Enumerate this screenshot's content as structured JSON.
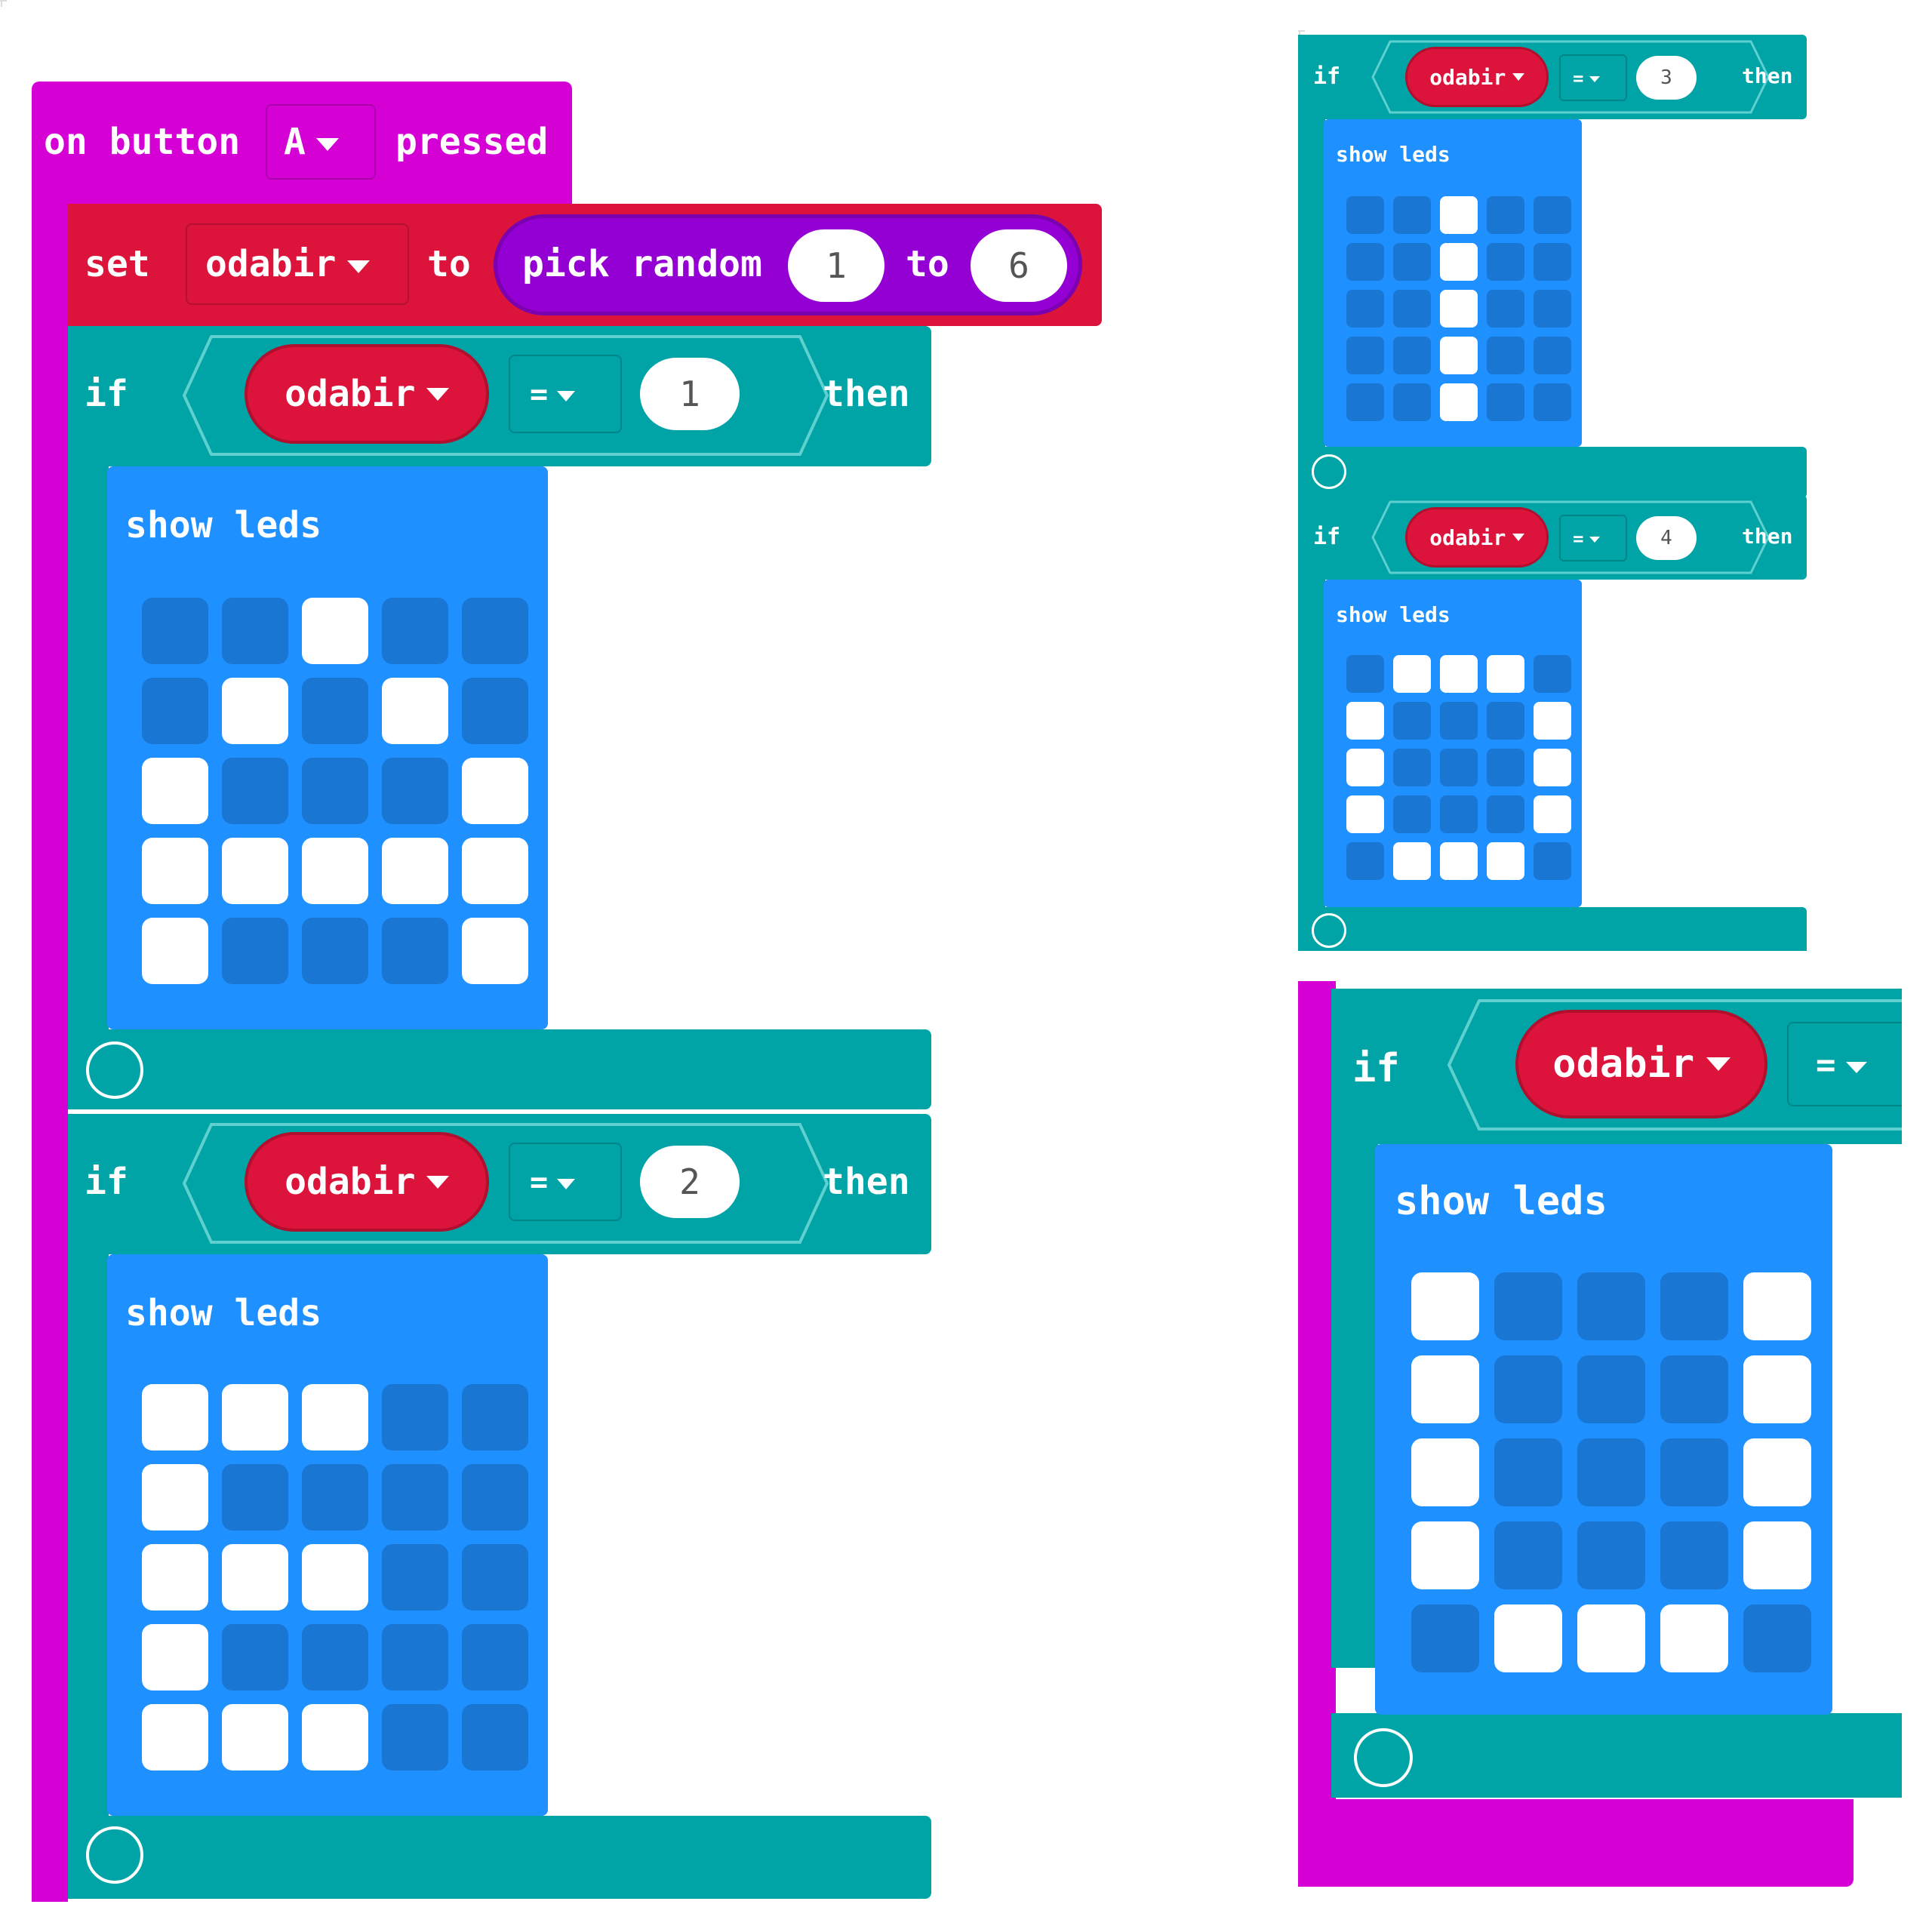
{
  "colors": {
    "event": "#d400d4",
    "variable": "#dc143c",
    "math": "#9400d3",
    "logic": "#00a4a6",
    "basic": "#1e90ff",
    "led_on": "#ffffff",
    "led_off": "#1976d2"
  },
  "event_block": {
    "prefix": "on button",
    "button": "A",
    "suffix": "pressed"
  },
  "set_block": {
    "label_set": "set",
    "variable": "odabir",
    "label_to": "to",
    "random_label": "pick random",
    "from": "1",
    "to_label": "to",
    "to": "6"
  },
  "if_blocks": [
    {
      "if_label": "if",
      "variable": "odabir",
      "operator": "=",
      "value": "1",
      "then_label": "then",
      "show_label": "show leds",
      "leds": [
        [
          0,
          0,
          1,
          0,
          0
        ],
        [
          0,
          1,
          0,
          1,
          0
        ],
        [
          1,
          0,
          0,
          0,
          1
        ],
        [
          1,
          1,
          1,
          1,
          1
        ],
        [
          1,
          0,
          0,
          0,
          1
        ]
      ]
    },
    {
      "if_label": "if",
      "variable": "odabir",
      "operator": "=",
      "value": "2",
      "then_label": "then",
      "show_label": "show leds",
      "leds": [
        [
          1,
          1,
          1,
          0,
          0
        ],
        [
          1,
          0,
          0,
          0,
          0
        ],
        [
          1,
          1,
          1,
          0,
          0
        ],
        [
          1,
          0,
          0,
          0,
          0
        ],
        [
          1,
          1,
          1,
          0,
          0
        ]
      ]
    },
    {
      "if_label": "if",
      "variable": "odabir",
      "operator": "=",
      "value": "3",
      "then_label": "then",
      "show_label": "show leds",
      "leds": [
        [
          0,
          0,
          1,
          0,
          0
        ],
        [
          0,
          0,
          1,
          0,
          0
        ],
        [
          0,
          0,
          1,
          0,
          0
        ],
        [
          0,
          0,
          1,
          0,
          0
        ],
        [
          0,
          0,
          1,
          0,
          0
        ]
      ]
    },
    {
      "if_label": "if",
      "variable": "odabir",
      "operator": "=",
      "value": "4",
      "then_label": "then",
      "show_label": "show leds",
      "leds": [
        [
          0,
          1,
          1,
          1,
          0
        ],
        [
          1,
          0,
          0,
          0,
          1
        ],
        [
          1,
          0,
          0,
          0,
          1
        ],
        [
          1,
          0,
          0,
          0,
          1
        ],
        [
          0,
          1,
          1,
          1,
          0
        ]
      ]
    },
    {
      "if_label": "if",
      "variable": "odabir",
      "operator": "=",
      "show_label": "show leds",
      "leds": [
        [
          1,
          0,
          0,
          0,
          1
        ],
        [
          1,
          0,
          0,
          0,
          1
        ],
        [
          1,
          0,
          0,
          0,
          1
        ],
        [
          1,
          0,
          0,
          0,
          1
        ],
        [
          0,
          1,
          1,
          1,
          0
        ]
      ]
    }
  ]
}
